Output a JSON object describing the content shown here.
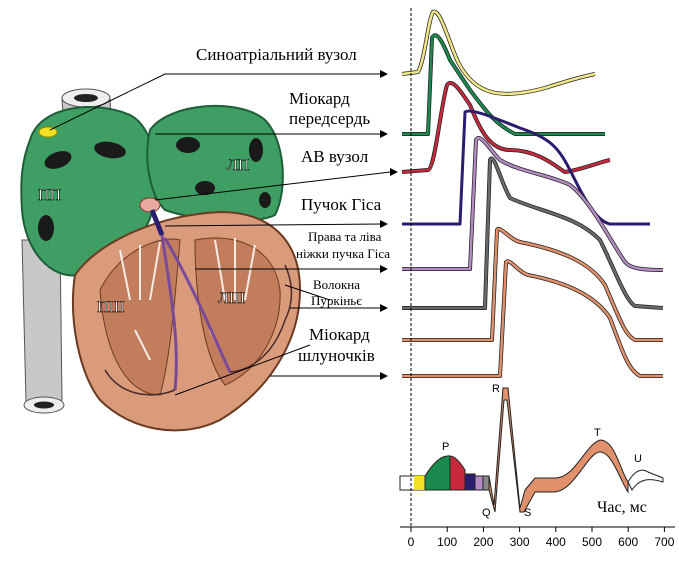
{
  "colors": {
    "sa_node": "#f2e88a",
    "atrial_myocardium": "#1a8a4e",
    "av_node": "#c8283c",
    "his_bundle": "#2a1c6e",
    "bundle_branches": "#b48ac2",
    "purkinje": "#6a6a6a",
    "ventricle_myocardium": "#e0906a",
    "heart_green": "#3f9e63",
    "heart_flesh": "#d99b7a"
  },
  "labels": {
    "sa_node": "Синоатріальний вузол",
    "atrial_myocardium_line1": "Міокард",
    "atrial_myocardium_line2": "передсердь",
    "av_node": "АВ вузол",
    "his_bundle": "Пучок Гіса",
    "bundle_branches_line1": "Права та ліва",
    "bundle_branches_line2": "ніжки пучка Гіса",
    "purkinje_line1": "Волокна",
    "purkinje_line2": "Пуркіньє",
    "ventricle_line1": "Міокард",
    "ventricle_line2": "шлуночків"
  },
  "chambers": {
    "ra": "ПП",
    "la": "ЛП",
    "rv": "ПШ",
    "lv": "ЛШ"
  },
  "ecg": {
    "waves": {
      "p": "P",
      "q": "Q",
      "r": "R",
      "s": "S",
      "t": "T",
      "u": "U"
    }
  },
  "axis": {
    "label": "Час, мс",
    "ticks": [
      "0",
      "100",
      "200",
      "300",
      "400",
      "500",
      "600",
      "700"
    ]
  }
}
